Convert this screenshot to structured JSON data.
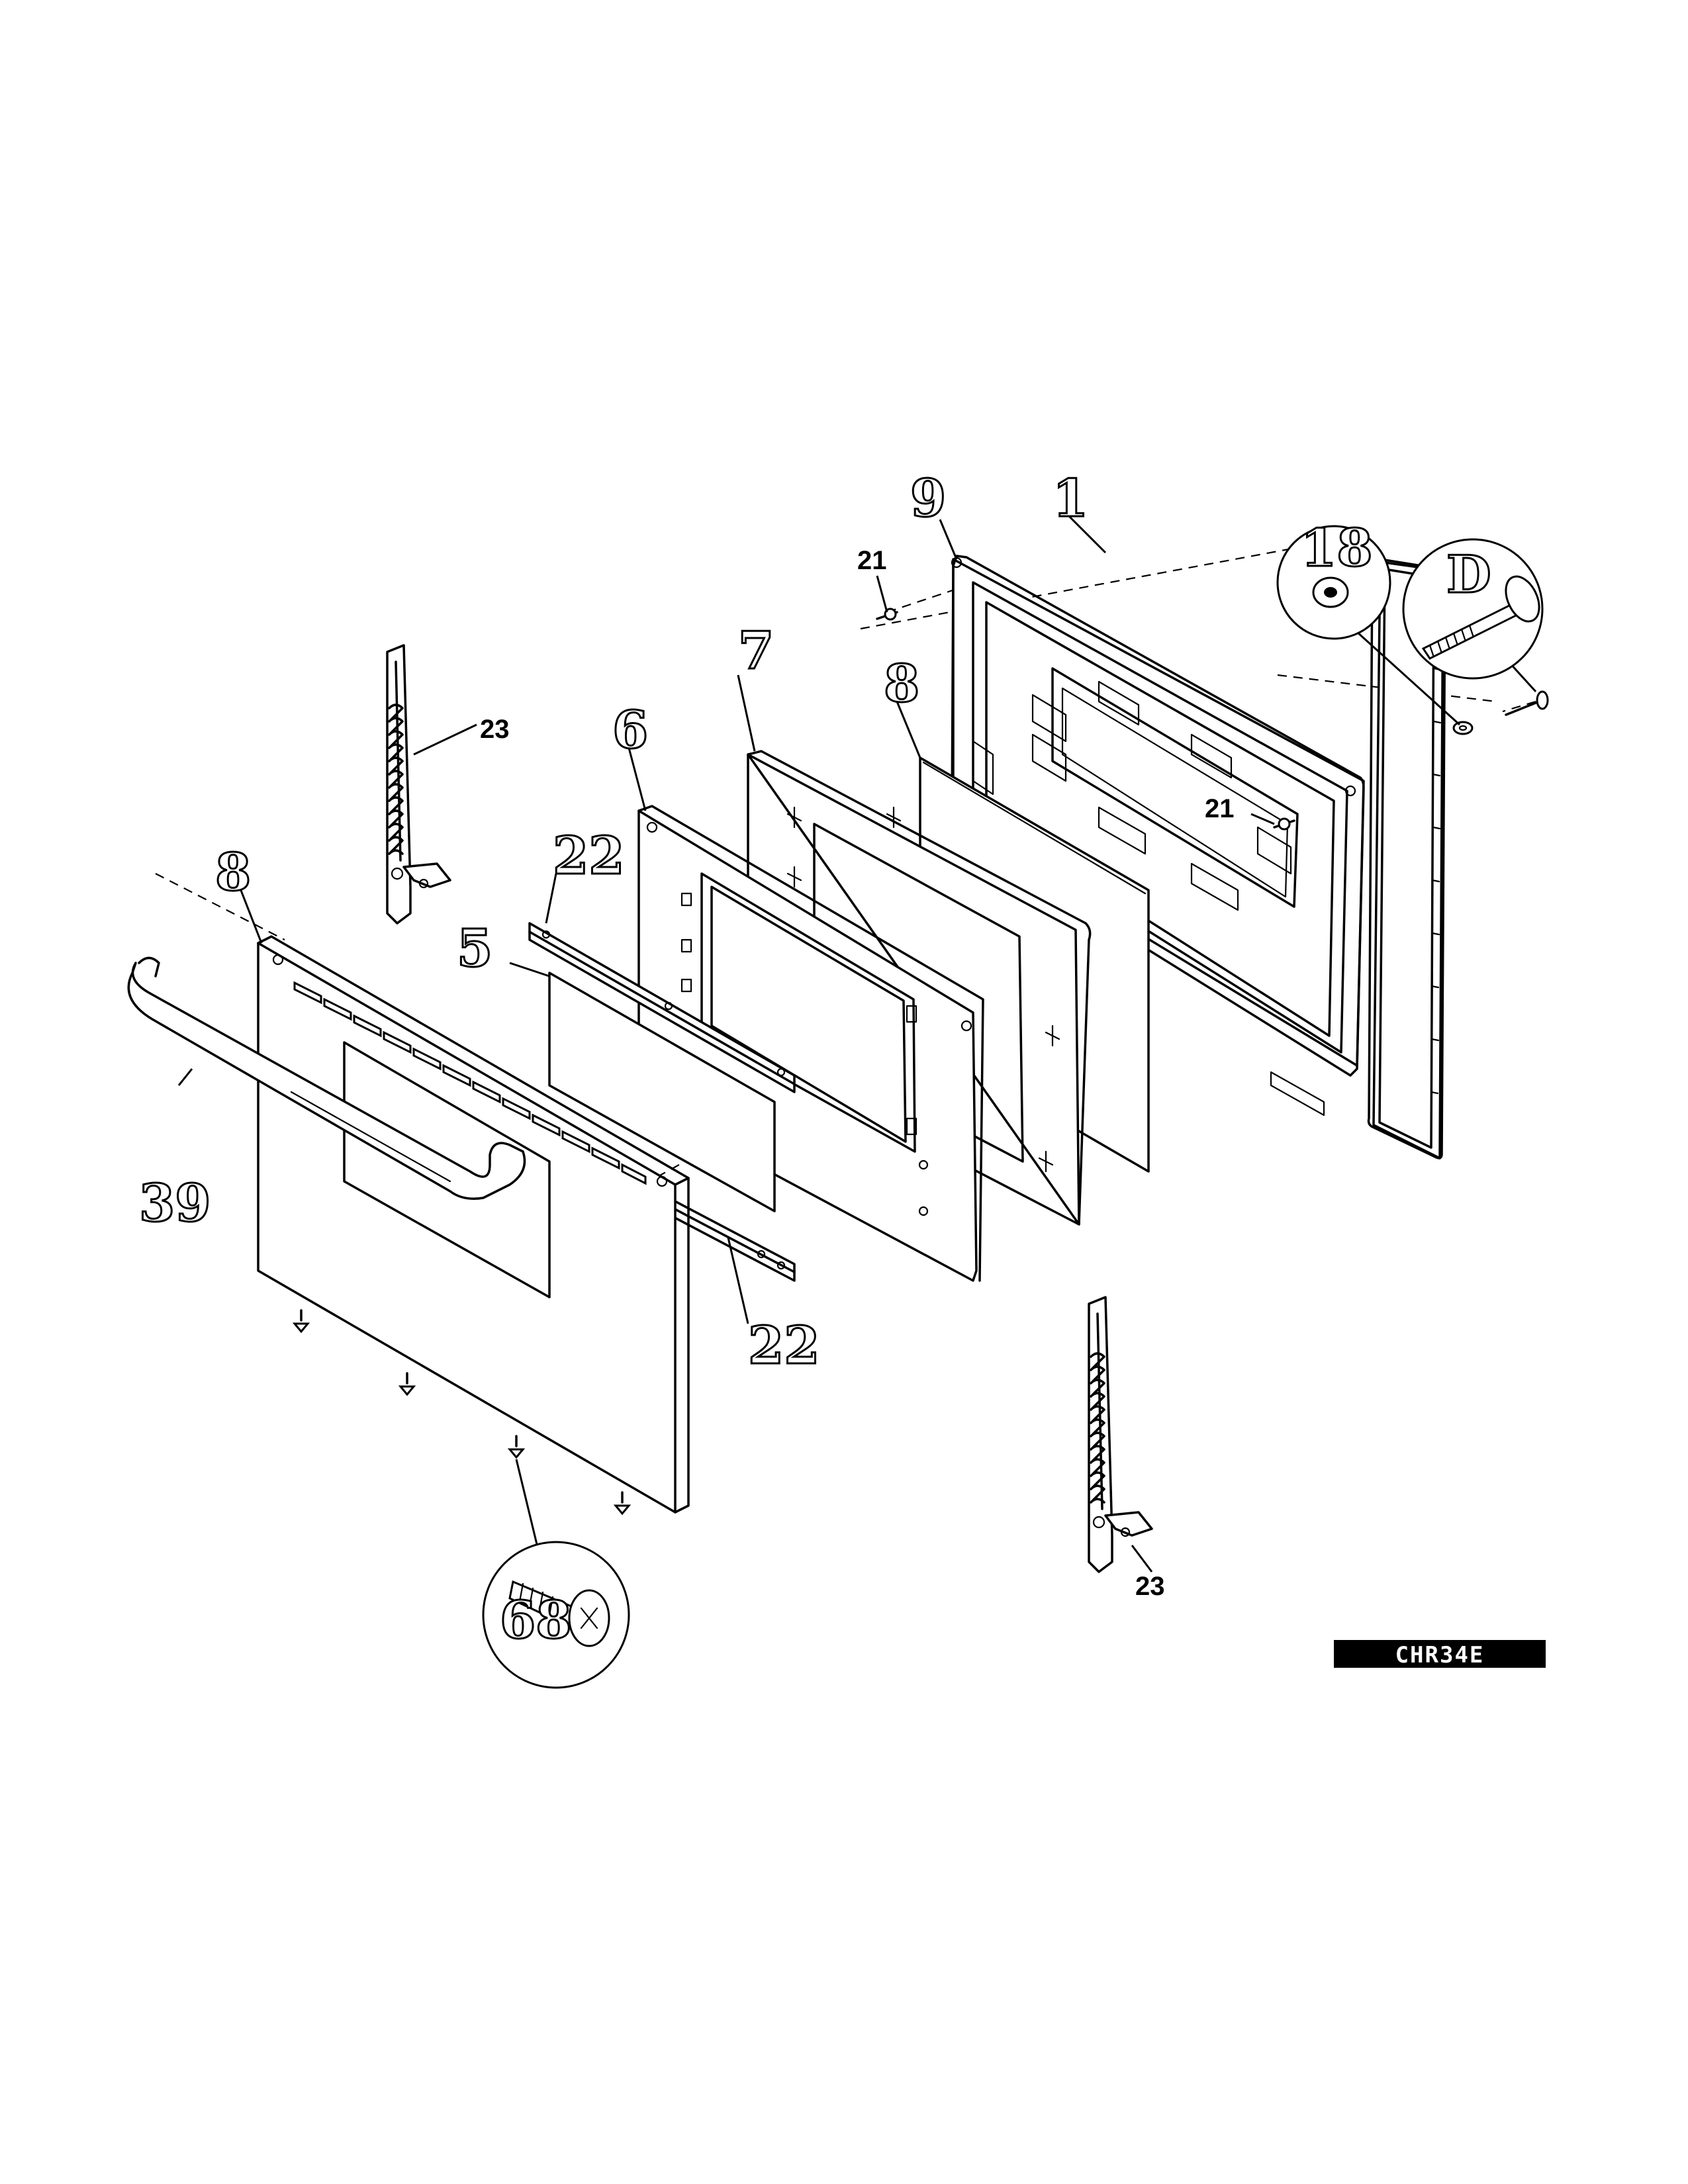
{
  "callouts": {
    "c21_top": "21",
    "c21_mid": "21",
    "c23_top": "23",
    "c23_bottom": "23"
  },
  "stylized_glyphs": {
    "g_handle": "39",
    "g_outer_door": "8",
    "g_trim_upper": "22",
    "g_trim_lower": "22",
    "g_glass_front": "5",
    "g_glass_frame": "6",
    "g_insulation": "7",
    "g_glass_rear": "8",
    "g_inner_door": "9",
    "g_gasket": "1",
    "g_washer_detail": "18",
    "g_bolt_detail": "D",
    "g_screw_detail": "68"
  },
  "diagram_code": "CHR34E"
}
